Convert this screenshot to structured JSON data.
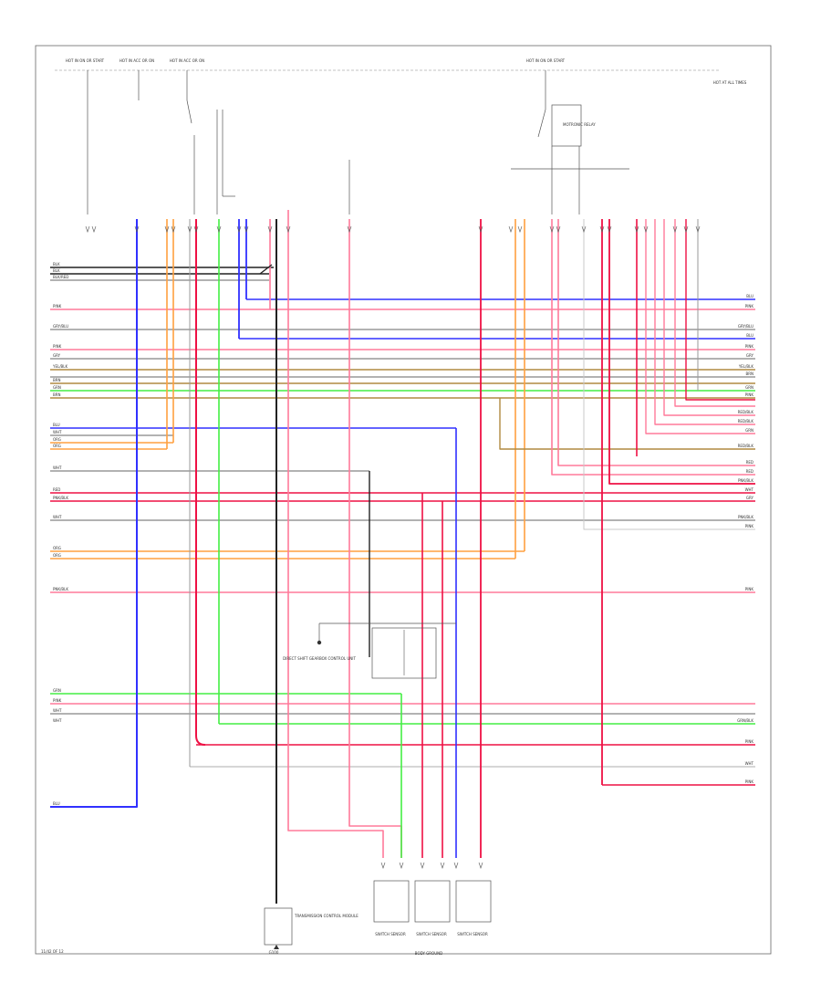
{
  "colors": {
    "blue": "#3030ff",
    "pink": "#ff7a9a",
    "red": "#ee1144",
    "orange": "#ffa040",
    "green": "#44ee44",
    "black": "#222222",
    "gray": "#999999",
    "light_gray": "#c8c8c8",
    "brown": "#b08a40"
  },
  "top_labels": [
    "HOT IN ON OR START",
    "HOT IN ACC OR ON",
    "HOT IN ACC OR ON",
    "HOT IN ON OR START",
    "HOT AT ALL TIMES"
  ],
  "bottom_center_label": "BODY GROUND",
  "page_ref": "11/42 OF 12",
  "ground_label": "G100",
  "bottom_components": [
    "SWITCH SENSOR",
    "SWITCH SENSOR",
    "SWITCH SENSOR"
  ],
  "module_label": "TRANSMISSION CONTROL MODULE",
  "center_component_label": "DIRECT SHIFT GEARBOX CONTROL UNIT",
  "relay_label": "MOTRONIC RELAY",
  "left_wire_labels": [
    "BLK",
    "BLK",
    "BLK/RED",
    "PINK",
    "GRY/BLU",
    "PINK",
    "GRY",
    "YEL/BLK",
    "BRN",
    "GRN",
    "BRN",
    "BLU",
    "WHT",
    "ORG",
    "ORG",
    "WHT",
    "RED",
    "PNK/BLK",
    "WHT",
    "ORG",
    "ORG",
    "PNK/BLK",
    "GRN",
    "PINK",
    "WHT",
    "WHT",
    "BLU"
  ],
  "right_wire_labels": [
    "BLU",
    "PINK",
    "GRY/BLU",
    "BLU",
    "PINK",
    "GRY",
    "YEL/BLK",
    "BRN",
    "GRN",
    "PINK",
    "RED/BLK",
    "RED/BLK",
    "GRN",
    "RED/BLK",
    "RED",
    "RED",
    "PNK/BLK",
    "WHT",
    "GRY",
    "PNK/BLK",
    "PINK",
    "PINK",
    "GRN/BLK",
    "PINK",
    "WHT",
    "PINK"
  ]
}
